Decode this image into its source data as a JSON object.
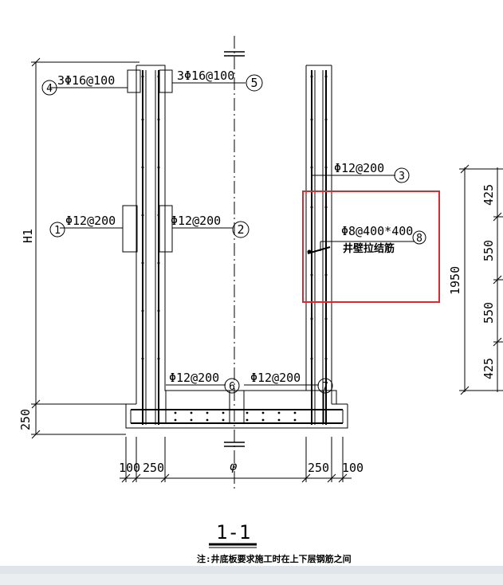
{
  "labels": {
    "r4": "3Φ16@100",
    "r5": "3Φ16@100",
    "r1": "Φ12@200",
    "r2": "Φ12@200",
    "r3": "Φ12@200",
    "r6": "Φ12@200",
    "r7": "Φ12@200",
    "r8": "Φ8@400*400",
    "tie_note": "井壁拉结筋"
  },
  "markers": {
    "m1": "1",
    "m2": "2",
    "m3": "3",
    "m4": "4",
    "m5": "5",
    "m6": "6",
    "m7": "7",
    "m8": "8"
  },
  "dims": {
    "h1": "H1",
    "base250": "250",
    "right_total": "1950",
    "r_425a": "425",
    "r_550a": "550",
    "r_550b": "550",
    "r_425b": "425",
    "b100l": "100",
    "b250l": "250",
    "b250r": "250",
    "b100r": "100",
    "phi": "φ"
  },
  "section_title": "1-1",
  "note": "注:井底板要求施工时在上下层钢筋之间",
  "highlight_color": "#e8232a"
}
